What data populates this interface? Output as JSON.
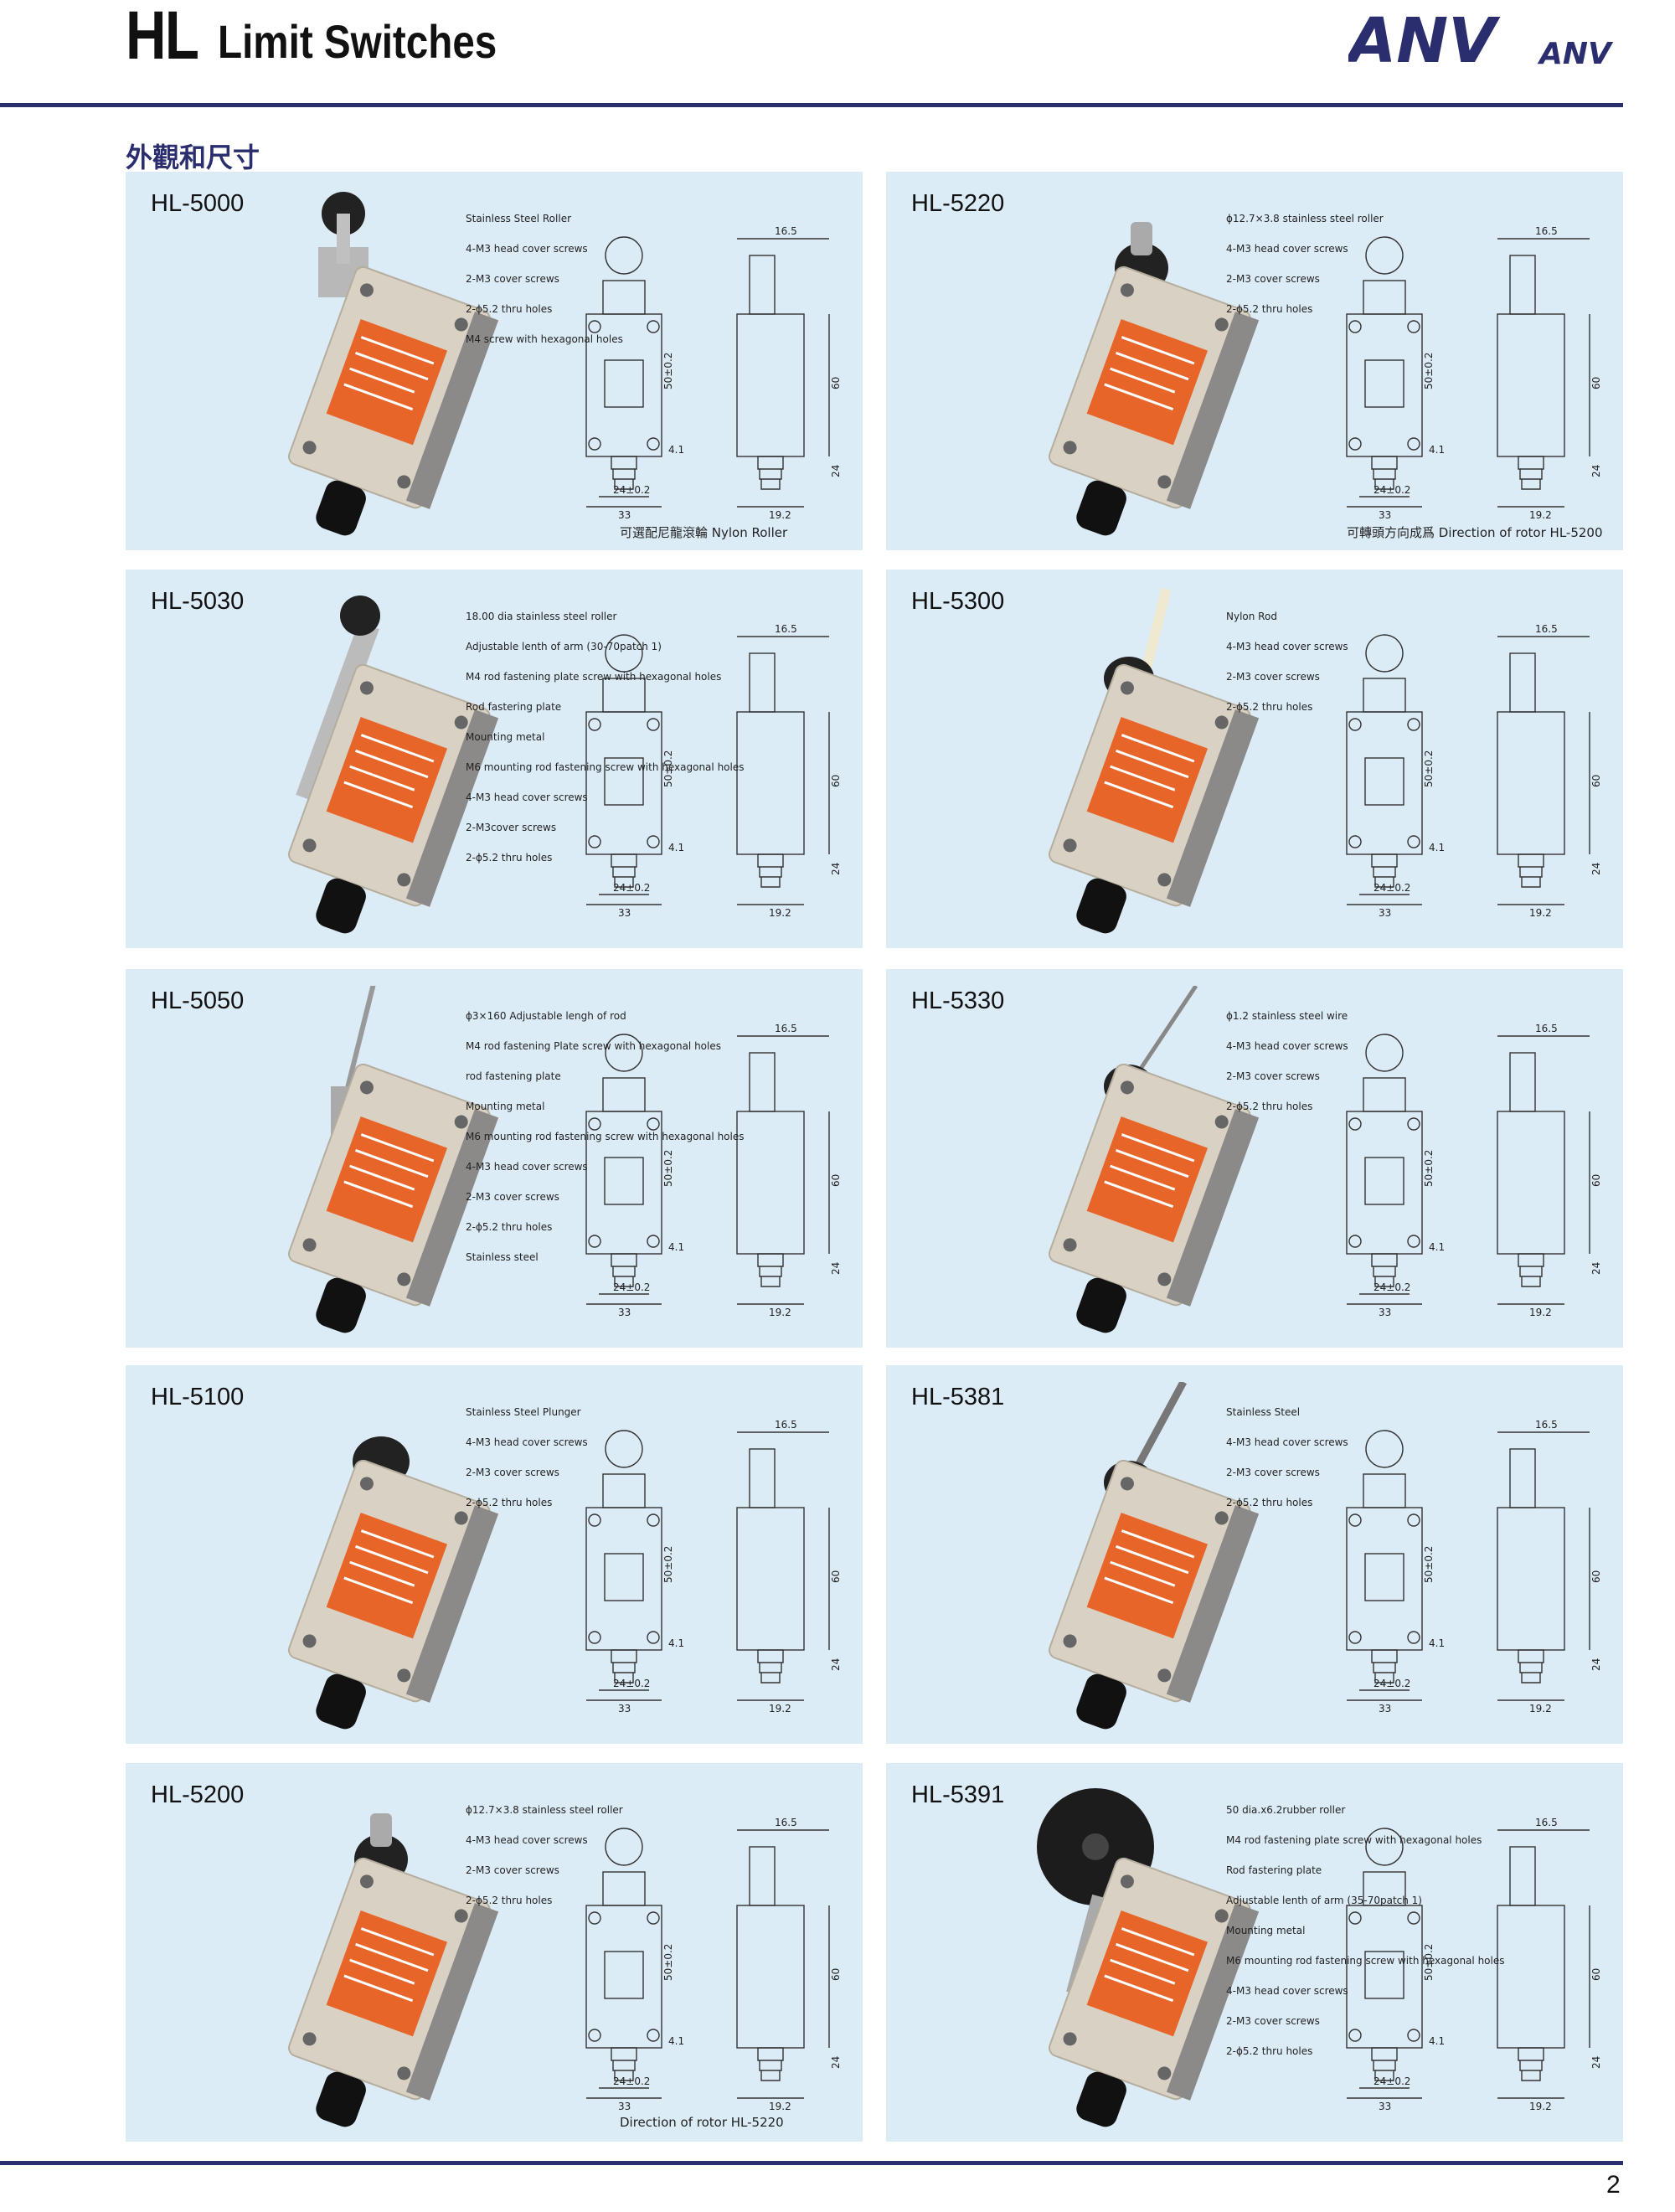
{
  "header": {
    "series": "HL",
    "title": "Limit Switches",
    "brand": "ANV",
    "brand_small": "ANV"
  },
  "section": {
    "title": "外觀和尺寸"
  },
  "panels": [
    {
      "model": "HL-5000",
      "callouts": [
        "Stainless Steel Roller",
        "4-M3 head cover screws",
        "2-M3 cover screws",
        "2-ϕ5.2 thru holes",
        "M4 screw with hexagonal holes"
      ],
      "note": "可選配尼龍滾輪 Nylon Roller"
    },
    {
      "model": "HL-5220",
      "callouts": [
        "ϕ12.7×3.8 stainless steel roller",
        "4-M3 head cover screws",
        "2-M3 cover screws",
        "2-ϕ5.2 thru holes"
      ],
      "note": "可轉頭方向成爲 Direction of rotor HL-5200"
    },
    {
      "model": "HL-5030",
      "callouts": [
        "18.00 dia stainless steel roller",
        "Adjustable lenth of arm (30-70patch 1)",
        "M4 rod fastening plate screw with hexagonal holes",
        "Rod fastering plate",
        "Mounting metal",
        "M6 mounting rod fastening screw with hexagonal holes",
        "4-M3 head cover screws",
        "2-M3cover screws",
        "2-ϕ5.2 thru holes"
      ],
      "note": ""
    },
    {
      "model": "HL-5300",
      "callouts": [
        "Nylon Rod",
        "4-M3 head cover screws",
        "2-M3 cover screws",
        "2-ϕ5.2 thru holes"
      ],
      "note": ""
    },
    {
      "model": "HL-5050",
      "callouts": [
        "ϕ3×160 Adjustable lengh of rod",
        "M4 rod fastening Plate screw with hexagonal holes",
        "rod fastening plate",
        "Mounting metal",
        "M6 mounting rod fastening screw with hexagonal holes",
        "4-M3 head cover screws",
        "2-M3 cover screws",
        "2-ϕ5.2 thru holes",
        "Stainless steel"
      ],
      "note": ""
    },
    {
      "model": "HL-5330",
      "callouts": [
        "ϕ1.2 stainless steel wire",
        "4-M3 head cover screws",
        "2-M3 cover screws",
        "2-ϕ5.2 thru holes"
      ],
      "note": ""
    },
    {
      "model": "HL-5100",
      "callouts": [
        "Stainless Steel Plunger",
        "4-M3 head cover screws",
        "2-M3 cover screws",
        "2-ϕ5.2 thru holes"
      ],
      "note": ""
    },
    {
      "model": "HL-5381",
      "callouts": [
        "Stainless Steel",
        "4-M3 head cover screws",
        "2-M3 cover screws",
        "2-ϕ5.2 thru holes"
      ],
      "note": ""
    },
    {
      "model": "HL-5200",
      "callouts": [
        "ϕ12.7×3.8 stainless steel roller",
        "4-M3 head cover screws",
        "2-M3 cover screws",
        "2-ϕ5.2 thru holes"
      ],
      "note": "Direction of rotor HL-5220"
    },
    {
      "model": "HL-5391",
      "callouts": [
        "50 dia.x6.2rubber roller",
        "M4 rod fastening plate screw with hexagonal holes",
        "Rod fastering plate",
        "Adjustable lenth of arm (35-70patch 1)",
        "Mounting metal",
        "M6 mounting rod fastening screw with hexagonal holes",
        "4-M3 head cover screws",
        "2-M3 cover screws",
        "2-ϕ5.2 thru holes"
      ],
      "note": ""
    }
  ],
  "footer": {
    "page": "2"
  },
  "colors": {
    "navy": "#2a2d6e",
    "panel_bg": "#dcecf7",
    "label_orange": "#e8652a",
    "switch_body": "#d9d2c4"
  }
}
